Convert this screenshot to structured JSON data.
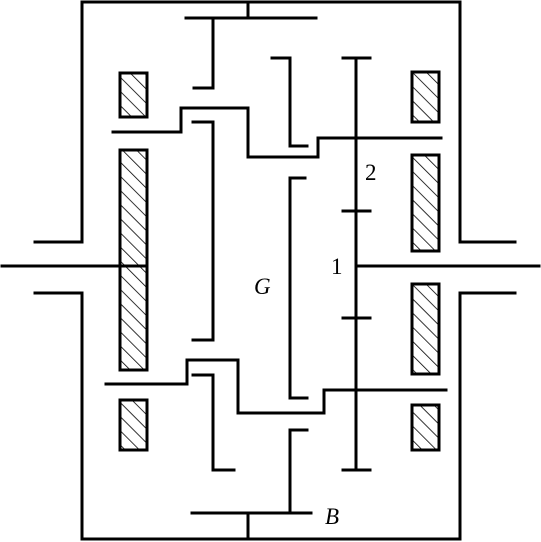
{
  "labels": {
    "gear_1": "1",
    "gear_2": "2",
    "carrier": "G",
    "ring": "B"
  },
  "colors": {
    "stroke": "#000000",
    "background": "#ffffff"
  }
}
